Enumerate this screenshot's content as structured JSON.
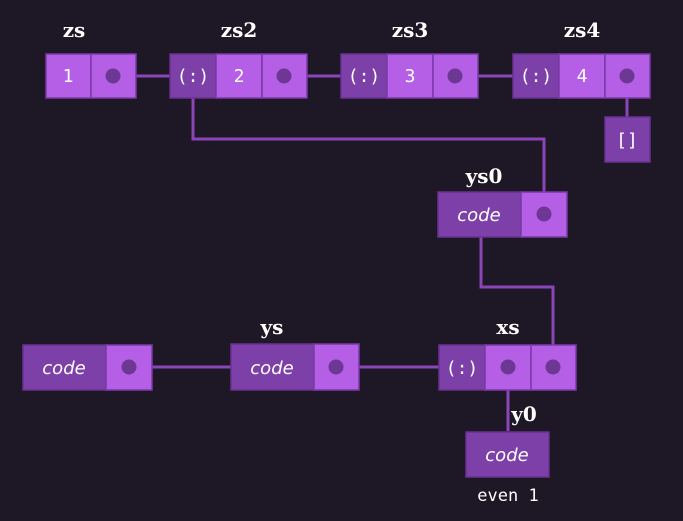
{
  "labels": {
    "zs": "zs",
    "zs2": "zs2",
    "zs3": "zs3",
    "zs4": "zs4",
    "ys0": "ys0",
    "ys": "ys",
    "xs": "xs",
    "y0": "y0"
  },
  "cells": {
    "zs_head": "1",
    "cons": "(:)",
    "zs2_head": "2",
    "zs3_head": "3",
    "zs4_head": "4",
    "nil": "[]",
    "code": "code"
  },
  "caption": "even 1",
  "colors": {
    "background": "#1e1826",
    "cell_light": "#b45fe6",
    "cell_dark": "#7d3fa8",
    "wire": "#8a45b8"
  }
}
